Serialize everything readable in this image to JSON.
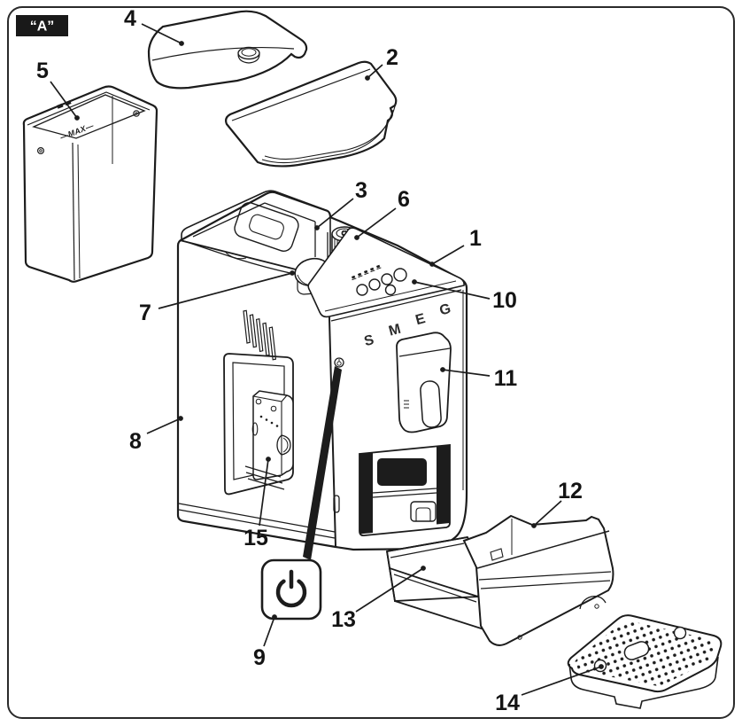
{
  "figure_label": "“A”",
  "brand_letters": [
    "S",
    "M",
    "E",
    "G"
  ],
  "water_tank": {
    "max_label": "—MAX—"
  },
  "icons": {
    "power": "⏻"
  },
  "callouts": [
    {
      "id": "1",
      "label": "1"
    },
    {
      "id": "2",
      "label": "2"
    },
    {
      "id": "3",
      "label": "3"
    },
    {
      "id": "4",
      "label": "4"
    },
    {
      "id": "5",
      "label": "5"
    },
    {
      "id": "6",
      "label": "6"
    },
    {
      "id": "7",
      "label": "7"
    },
    {
      "id": "8",
      "label": "8"
    },
    {
      "id": "9",
      "label": "9"
    },
    {
      "id": "10",
      "label": "10"
    },
    {
      "id": "11",
      "label": "11"
    },
    {
      "id": "12",
      "label": "12"
    },
    {
      "id": "13",
      "label": "13"
    },
    {
      "id": "14",
      "label": "14"
    },
    {
      "id": "15",
      "label": "15"
    }
  ]
}
